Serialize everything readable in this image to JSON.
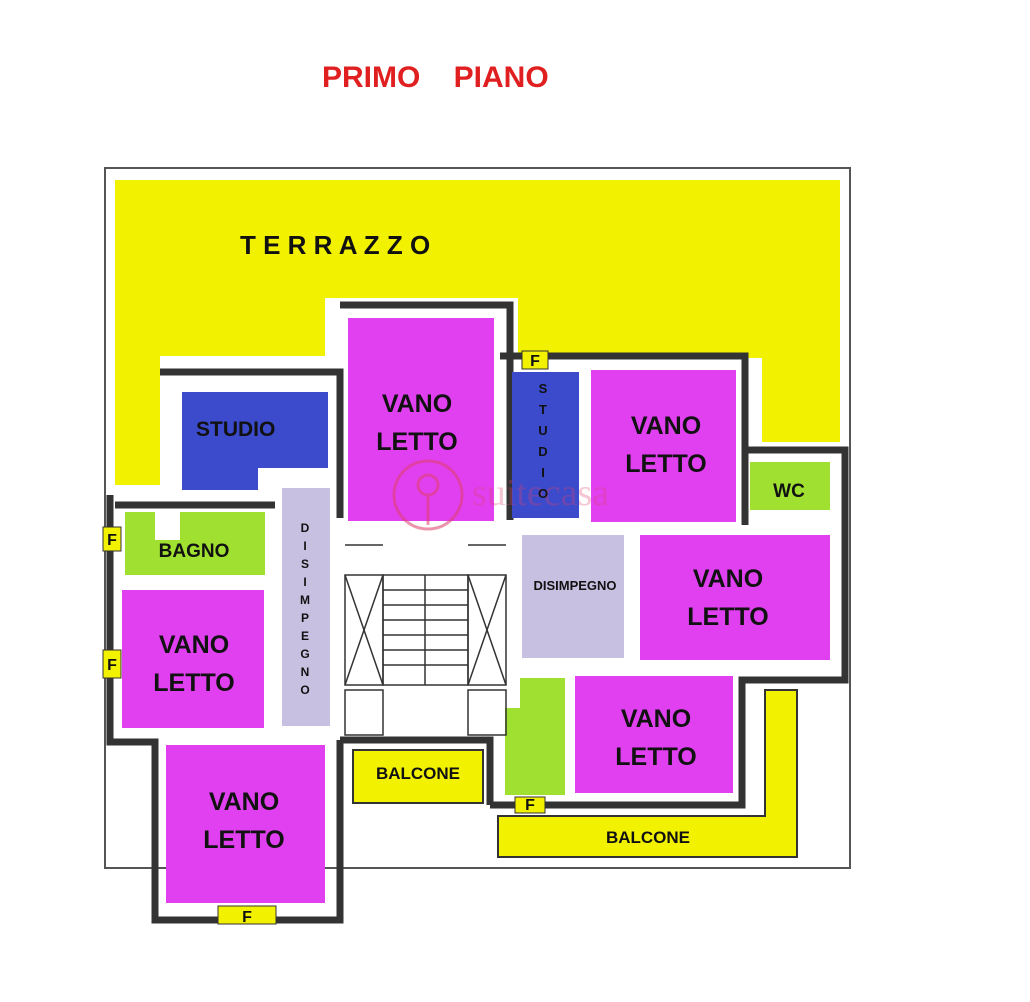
{
  "title": "PRIMO    PIANO",
  "colors": {
    "terrace": "#f2f200",
    "bedroom": "#e040f0",
    "study": "#3b4bcc",
    "bath": "#a0e030",
    "hall": "#c8c0e0",
    "wall": "#333333",
    "title": "#e02020"
  },
  "rooms": {
    "terrazzo": "T E R R A Z Z O",
    "studio_left": "STUDIO",
    "studio_vertical": [
      "S",
      "T",
      "U",
      "D",
      "I",
      "O"
    ],
    "vano1": [
      "VANO",
      "LETTO"
    ],
    "vano2": [
      "VANO",
      "LETTO"
    ],
    "vano3": [
      "VANO",
      "LETTO"
    ],
    "vano4": [
      "VANO",
      "LETTO"
    ],
    "vano5": [
      "VANO",
      "LETTO"
    ],
    "vano6": [
      "VANO",
      "LETTO"
    ],
    "wc": "WC",
    "bagno": "BAGNO",
    "disimpegno_vertical": [
      "D",
      "I",
      "S",
      "I",
      "M",
      "P",
      "E",
      "G",
      "N",
      "O"
    ],
    "disimpegno": "DISIMPEGNO",
    "balcone1": "BALCONE",
    "balcone2": "BALCONE"
  },
  "window_marks": [
    "F",
    "F",
    "F",
    "F",
    "F"
  ],
  "watermark": "suitecasa"
}
